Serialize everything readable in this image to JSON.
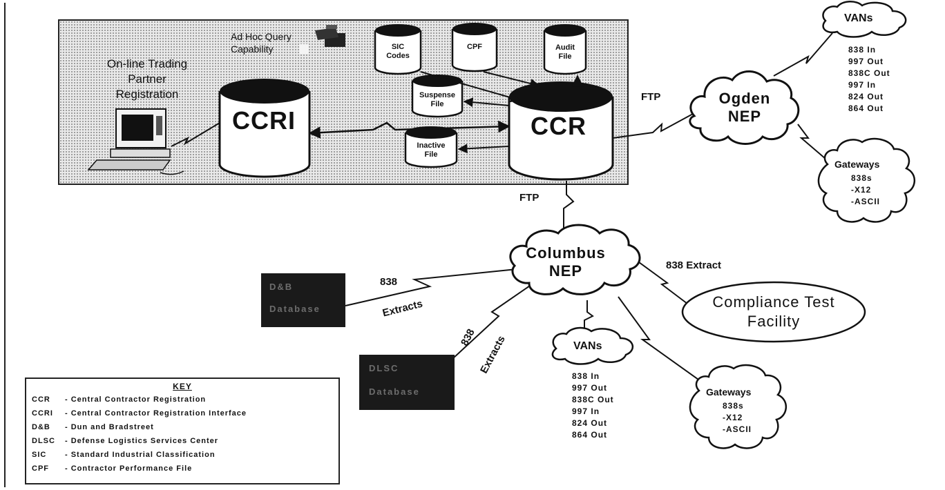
{
  "diagram": {
    "db": {
      "ccri": "CCRI",
      "ccr": "CCR",
      "sic": "SIC Codes",
      "cpf": "CPF",
      "audit": "Audit File",
      "suspense": "Suspense File",
      "inactive": "Inactive File"
    },
    "online_registration": "On-line Trading Partner Registration",
    "ad_hoc": "Ad Hoc Query Capability",
    "ftp_ogden": "FTP",
    "ftp_columbus": "FTP",
    "ogden_nep": "Ogden NEP",
    "columbus_nep": "Columbus NEP",
    "compliance": "Compliance Test Facility",
    "extract_838": "838 Extract",
    "extracts_db_num": "838",
    "extracts_db_word": "Extracts",
    "extracts_dlsc_num": "838",
    "extracts_dlsc_word": "Extracts",
    "vans_top": {
      "title": "VANs",
      "items": [
        "838 In",
        "997 Out",
        "838C Out",
        "997 In",
        "824 Out",
        "864 Out"
      ]
    },
    "vans_bottom": {
      "title": "VANs",
      "items": [
        "838 In",
        "997 Out",
        "838C Out",
        "997 In",
        "824 Out",
        "864 Out"
      ]
    },
    "gateways_top": {
      "title": "Gateways",
      "items": [
        "838s",
        "-X12",
        "-ASCII"
      ]
    },
    "gateways_bottom": {
      "title": "Gateways",
      "items": [
        "838s",
        "-X12",
        "-ASCII"
      ]
    },
    "dnb_box": [
      "D&B",
      "Database"
    ],
    "dlsc_box": [
      "DLSC",
      "Database"
    ]
  },
  "key": {
    "title": "KEY",
    "rows": [
      {
        "abbr": "CCR",
        "desc": "- Central Contractor Registration"
      },
      {
        "abbr": "CCRI",
        "desc": "- Central Contractor Registration Interface"
      },
      {
        "abbr": "D&B",
        "desc": "- Dun and Bradstreet"
      },
      {
        "abbr": "DLSC",
        "desc": "- Defense Logistics Services Center"
      },
      {
        "abbr": "SIC",
        "desc": "- Standard Industrial Classification"
      },
      {
        "abbr": "CPF",
        "desc": "- Contractor Performance File"
      }
    ]
  }
}
